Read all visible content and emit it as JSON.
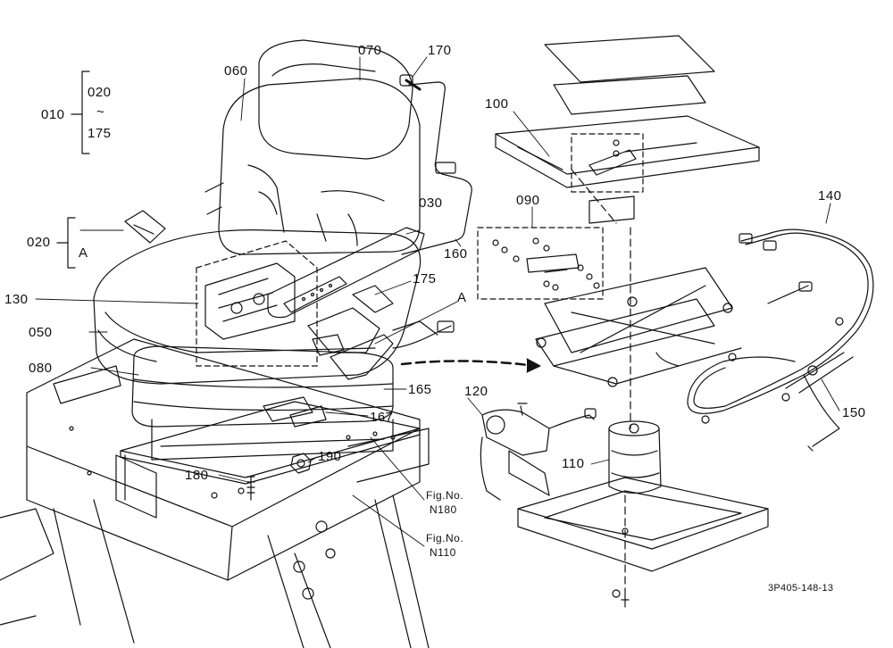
{
  "labels": {
    "p010": "010",
    "p020a": "020",
    "tilde": "~",
    "p175a": "175",
    "p020b": "020",
    "pA1": "A",
    "p060": "060",
    "p070": "070",
    "p170": "170",
    "p100": "100",
    "p030": "030",
    "p090": "090",
    "p140": "140",
    "p160": "160",
    "p130": "130",
    "p175b": "175",
    "pA2": "A",
    "p050": "050",
    "p080": "080",
    "p165": "165",
    "p120": "120",
    "p167": "167",
    "p190": "190",
    "p180": "180",
    "p110": "110",
    "p150": "150",
    "fig1_line1": "Fig.No.",
    "fig1_line2": "N180",
    "fig2_line1": "Fig.No.",
    "fig2_line2": "N110",
    "drawing_code": "3P405-148-13"
  }
}
